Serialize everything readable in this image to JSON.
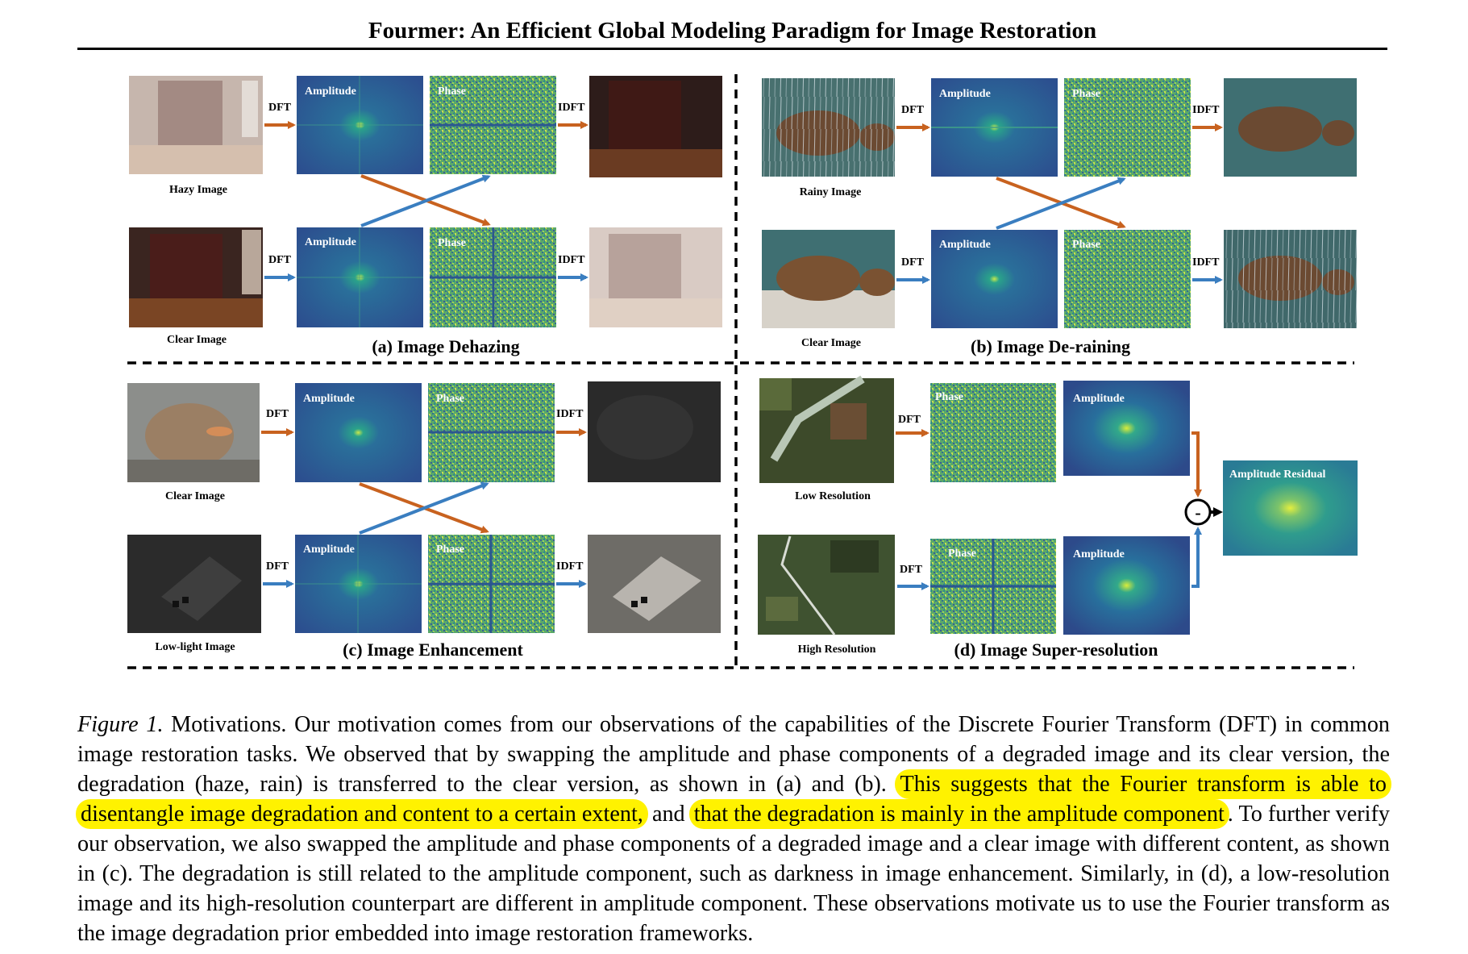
{
  "header": {
    "title": "Fourmer: An Efficient Global Modeling Paradigm for Image Restoration"
  },
  "colors": {
    "orange_arrow": "#c8621f",
    "blue_arrow": "#3a7ec0",
    "highlight": "#fff200",
    "spectrum_base": "#2d5d94"
  },
  "panels": {
    "a": {
      "title": "(a) Image Dehazing",
      "top_image_label": "Hazy Image",
      "bottom_image_label": "Clear Image",
      "amplitude": "Amplitude",
      "phase": "Phase",
      "dft": "DFT",
      "idft": "IDFT"
    },
    "b": {
      "title": "(b) Image De-raining",
      "top_image_label": "Rainy Image",
      "bottom_image_label": "Clear Image",
      "amplitude": "Amplitude",
      "phase": "Phase",
      "dft": "DFT",
      "idft": "IDFT"
    },
    "c": {
      "title": "(c) Image Enhancement",
      "top_image_label": "Clear Image",
      "bottom_image_label": "Low-light Image",
      "amplitude": "Amplitude",
      "phase": "Phase",
      "dft": "DFT",
      "idft": "IDFT"
    },
    "d": {
      "title": "(d) Image Super-resolution",
      "top_image_label": "Low Resolution",
      "bottom_image_label": "High Resolution",
      "amplitude": "Amplitude",
      "phase": "Phase",
      "dft": "DFT",
      "residual": "Amplitude Residual",
      "minus": "-"
    }
  },
  "caption": {
    "figure_label": "Figure 1.",
    "part1": " Motivations.  Our motivation comes from our observations of the capabilities of the Discrete Fourier Transform (DFT) in common image restoration tasks. We observed that by swapping the amplitude and phase components of a degraded image and its clear version, the degradation (haze, rain) is transferred to the clear version, as shown in (a) and (b). ",
    "highlight1": "This suggests that the Fourier transform is able to disentangle image degradation and content to a certain extent,",
    "part2": " and ",
    "highlight2": "that the degradation is mainly in the amplitude component",
    "part3": ". To further verify our observation, we also swapped the amplitude and phase components of a degraded image and a clear image with different content, as shown in (c). The degradation is still related to the amplitude component, such as darkness in image enhancement. Similarly, in (d), a low-resolution image and its high-resolution counterpart are different in amplitude component. These observations motivate us to use the Fourier transform as the image degradation prior embedded into image restoration frameworks."
  }
}
